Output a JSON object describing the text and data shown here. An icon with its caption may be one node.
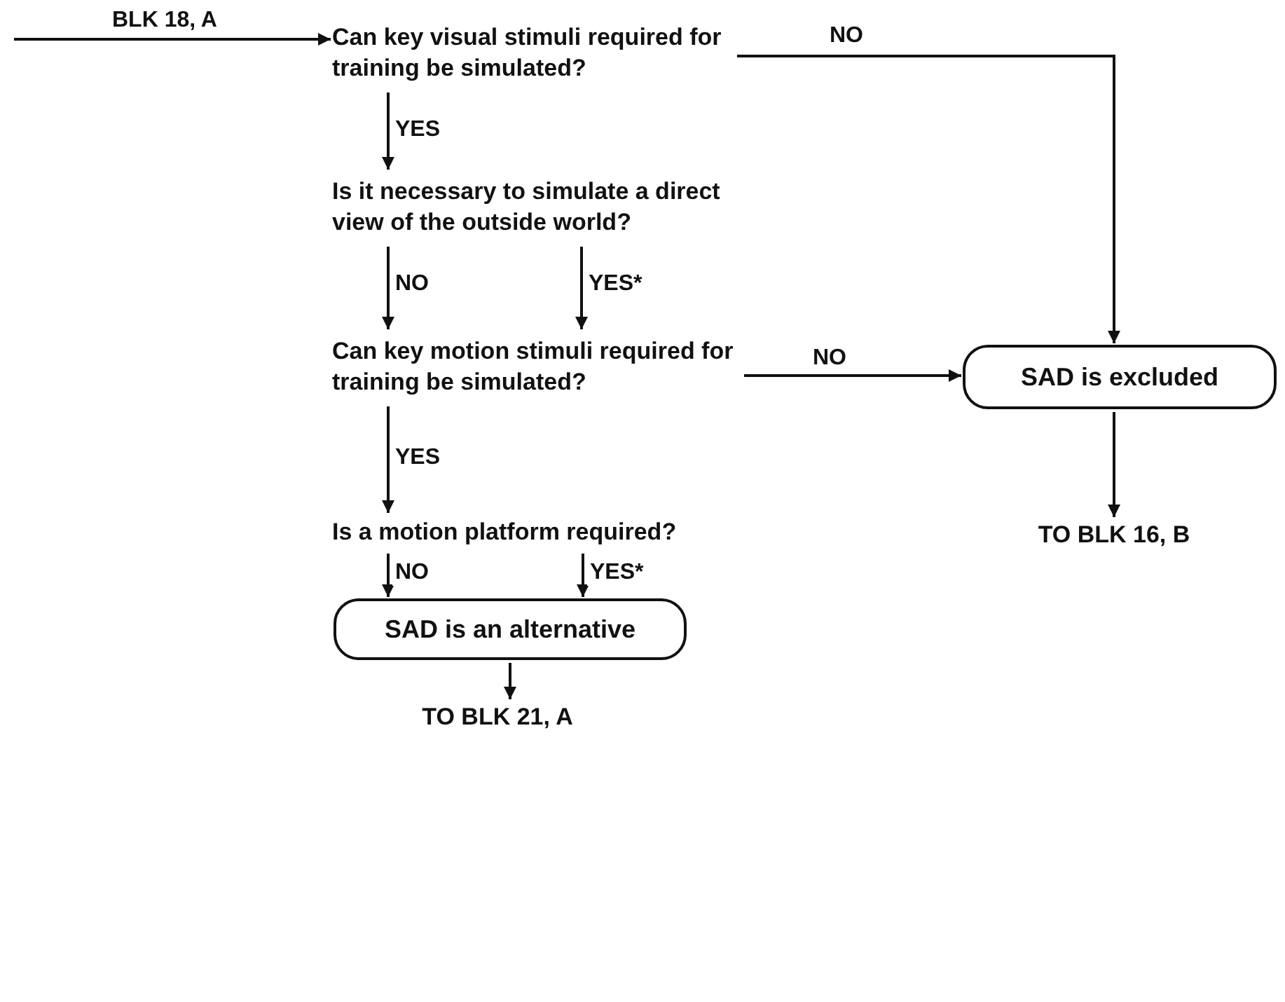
{
  "diagram": {
    "nodes": [
      {
        "text": [
          "Can key visual stimuli required for training be simulated?"
        ]
      },
      {
        "text": [
          "Is it necessary to simulate a direct view of the outside world?"
        ]
      },
      {
        "text": [
          "Can key motion stimuli required for training be simulated?"
        ]
      },
      {
        "text": [
          "Is a motion platform required?"
        ]
      },
      {
        "text": [
          "SAD is excluded"
        ]
      },
      {
        "text": [
          "TO BLK 16, B"
        ]
      },
      {
        "text": [
          "SAD is an alternative"
        ]
      },
      {
        "text": [
          "TO BLK 21, A"
        ]
      }
    ],
    "edges": [
      {
        "from": null,
        "to": 0,
        "arrow": "to",
        "label": "BLK 18, A"
      },
      {
        "from": 0,
        "to": 1,
        "arrow": "to",
        "label": "YES"
      },
      {
        "from": 1,
        "to": 2,
        "arrow": "to",
        "label": "NO"
      },
      {
        "from": 1,
        "to": 2,
        "arrow": "to",
        "label": "YES*"
      },
      {
        "from": 0,
        "to": 4,
        "arrow": "to",
        "label": "NO"
      },
      {
        "from": 2,
        "to": 4,
        "arrow": "to",
        "label": "NO"
      },
      {
        "from": 2,
        "to": 3,
        "arrow": "to",
        "label": "YES"
      },
      {
        "from": 4,
        "to": 5,
        "arrow": "to"
      },
      {
        "from": 3,
        "to": 6,
        "arrow": "to",
        "label": "NO"
      },
      {
        "from": 3,
        "to": 6,
        "arrow": "to",
        "label": "YES*"
      },
      {
        "from": 6,
        "to": 7,
        "arrow": "to"
      }
    ]
  }
}
